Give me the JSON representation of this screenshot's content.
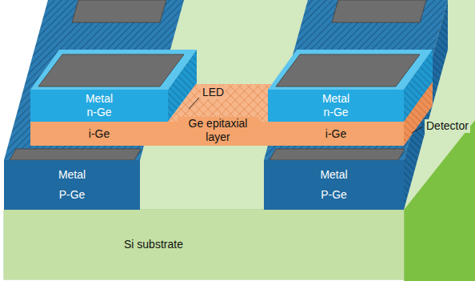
{
  "diagram": {
    "nodes": [
      {
        "text": [
          "Metal",
          "n-Ge"
        ]
      },
      {
        "text": [
          "i-Ge"
        ]
      },
      {
        "text": [
          "Ge epitaxial layer"
        ]
      },
      {
        "text": [
          "Metal",
          "n-Ge"
        ]
      },
      {
        "text": [
          "i-Ge"
        ]
      },
      {
        "text": [
          "Metal",
          "P-Ge"
        ]
      },
      {
        "text": [
          "Metal",
          "P-Ge"
        ]
      },
      {
        "text": [
          "Si substrate"
        ]
      }
    ],
    "labels": [
      "LED",
      "Detector"
    ]
  }
}
